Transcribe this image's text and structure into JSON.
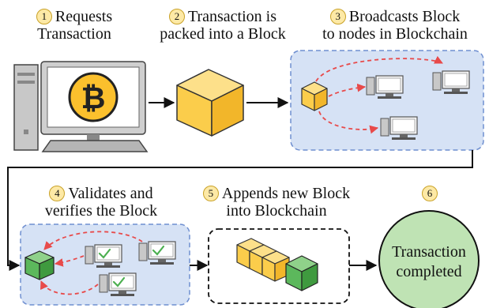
{
  "steps": [
    {
      "number": "1",
      "line1": "Requests",
      "line2": "Transaction"
    },
    {
      "number": "2",
      "line1": "Transaction is",
      "line2": "packed into a Block"
    },
    {
      "number": "3",
      "line1": "Broadcasts Block",
      "line2": "to nodes in Blockchain"
    },
    {
      "number": "4",
      "line1": "Validates and",
      "line2": "verifies the Block"
    },
    {
      "number": "5",
      "line1": "Appends new Block",
      "line2": "into Blockchain"
    },
    {
      "number": "6",
      "line1": "",
      "line2": ""
    }
  ],
  "final_node": {
    "line1": "Transaction",
    "line2": "completed"
  },
  "icons": [
    "computer-icon",
    "bitcoin-icon",
    "block-cube-icon",
    "node-computer-icon",
    "checkmark-icon",
    "blockchain-icon"
  ],
  "colors": {
    "block_yellow": "#fbcd4b",
    "block_green": "#5cb85c",
    "panel_blue": "#d6e2f5",
    "panel_border": "#6f8fd0",
    "arrow_red": "#e84a4a",
    "final_green": "#bfe3b4"
  }
}
